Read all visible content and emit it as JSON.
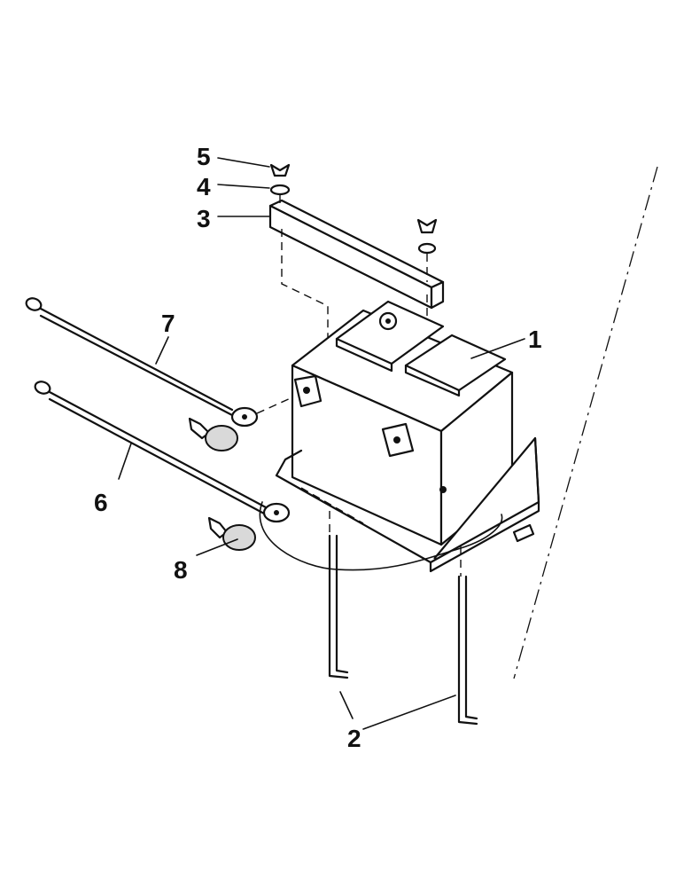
{
  "callouts": {
    "c1": "1",
    "c2": "2",
    "c3": "3",
    "c4": "4",
    "c5": "5",
    "c6": "6",
    "c7": "7",
    "c8": "8"
  }
}
